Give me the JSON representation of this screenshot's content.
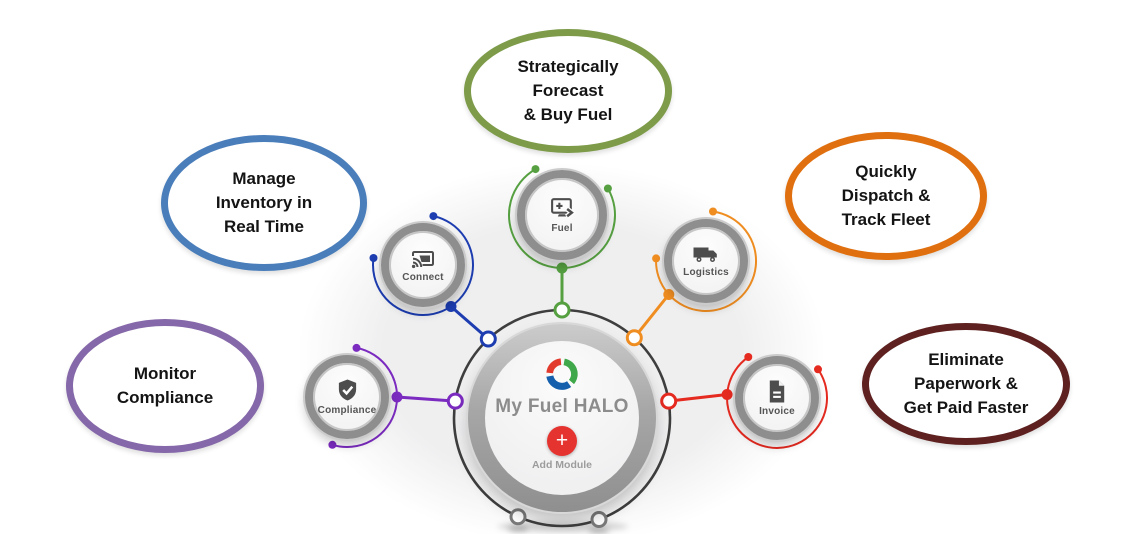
{
  "hub": {
    "title": "My Fuel HALO",
    "plus": "+",
    "add_label": "Add Module",
    "accent": "#e53330",
    "ring_color": "#3e3e3e",
    "logo_colors": {
      "red": "#e23a2c",
      "green": "#3ea84a",
      "blue": "#155fad"
    }
  },
  "modules": [
    {
      "id": "fuel",
      "label": "Fuel",
      "color": "#56a041",
      "icon": "screen-plus-icon"
    },
    {
      "id": "connect",
      "label": "Connect",
      "color": "#1d3db0",
      "icon": "cast-icon"
    },
    {
      "id": "logistics",
      "label": "Logistics",
      "color": "#ef8d21",
      "icon": "truck-icon"
    },
    {
      "id": "compliance",
      "label": "Compliance",
      "color": "#7b2bbf",
      "icon": "shield-check-icon"
    },
    {
      "id": "invoice",
      "label": "Invoice",
      "color": "#e52a20",
      "icon": "document-icon"
    }
  ],
  "benefit_bubbles": [
    {
      "id": "forecast",
      "color": "#7d9b49",
      "lines": [
        "Strategically",
        "Forecast",
        "& Buy Fuel"
      ]
    },
    {
      "id": "inventory",
      "color": "#4a7ebb",
      "lines": [
        "Manage",
        "Inventory in",
        "Real Time"
      ]
    },
    {
      "id": "dispatch",
      "color": "#e0700f",
      "lines": [
        "Quickly",
        "Dispatch &",
        "Track Fleet"
      ]
    },
    {
      "id": "compliance",
      "color": "#8568a9",
      "lines": [
        "Monitor",
        "Compliance"
      ]
    },
    {
      "id": "paperwork",
      "color": "#5e2120",
      "lines": [
        "Eliminate",
        "Paperwork &",
        "Get Paid Faster"
      ]
    }
  ]
}
